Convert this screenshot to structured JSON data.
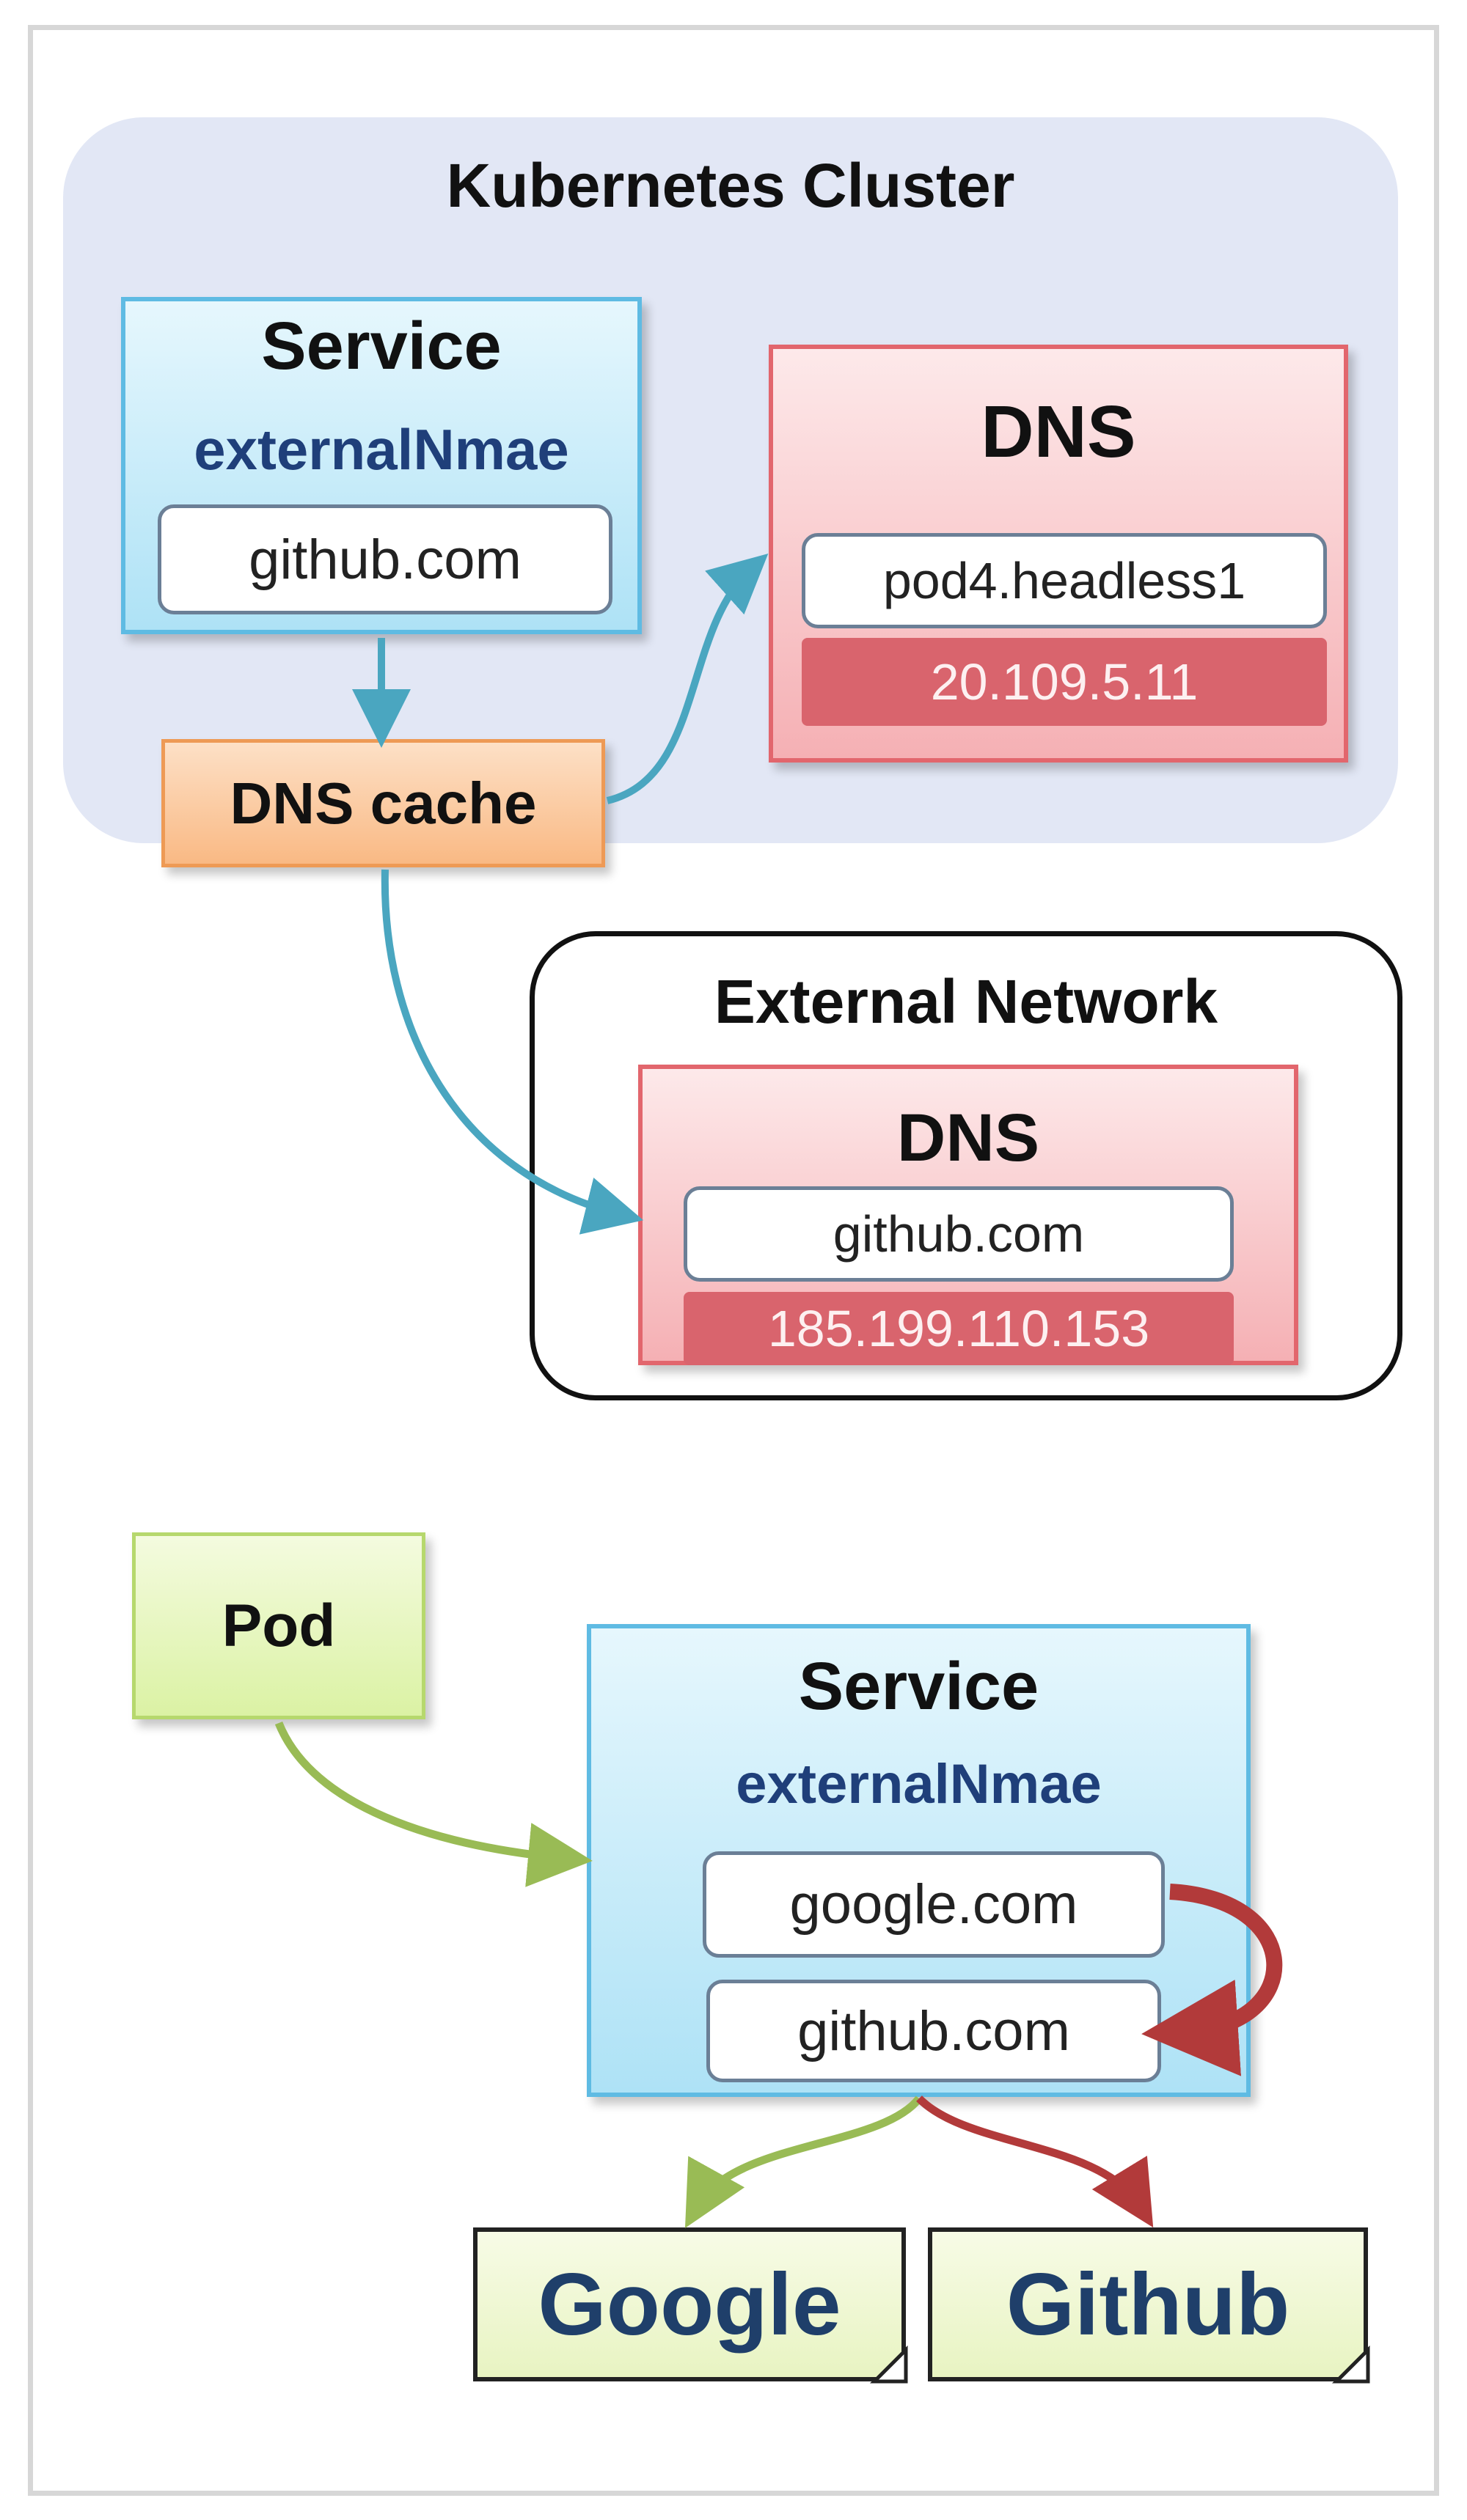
{
  "cluster": {
    "title": "Kubernetes Cluster",
    "service": {
      "title": "Service",
      "subtitle": "externalNmae",
      "value": "github.com"
    },
    "dns": {
      "title": "DNS",
      "record": "pod4.headless1",
      "ip": "20.109.5.11"
    },
    "cache": {
      "label": "DNS cache"
    }
  },
  "external": {
    "title": "External Network",
    "dns": {
      "title": "DNS",
      "record": "github.com",
      "ip": "185.199.110.153"
    }
  },
  "bottom": {
    "pod": {
      "label": "Pod"
    },
    "service": {
      "title": "Service",
      "subtitle": "externalNmae",
      "value_old": "google.com",
      "value_new": "github.com"
    },
    "targets": {
      "google": "Google",
      "github": "Github"
    }
  },
  "colors": {
    "flow_blue": "#4aa6c0",
    "flow_green": "#99bb55",
    "flow_red": "#b23a3a"
  },
  "icons": {
    "flow": "arrow-icon"
  }
}
